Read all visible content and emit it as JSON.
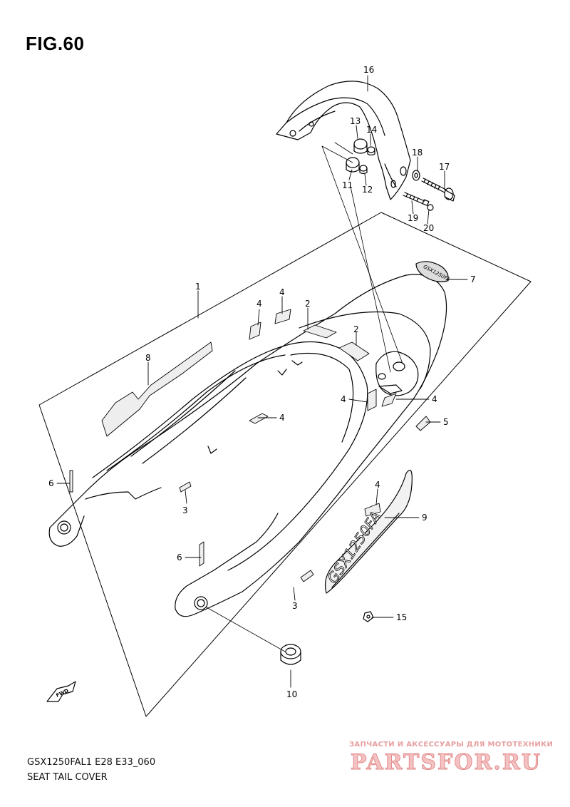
{
  "figure": {
    "title": "FIG.60"
  },
  "footer": {
    "model_code": "GSX1250FAL1 E28 E33_060",
    "section_name": "SEAT TAIL COVER"
  },
  "watermark": {
    "tagline": "ЗАПЧАСТИ И АКСЕССУАРЫ ДЛЯ МОТОТЕХНИКИ",
    "logo": "PARTSFOR.RU"
  },
  "fwd_label": "FWD",
  "decal_text": {
    "upper_badge": "GSX1250FA",
    "side_logo": "GSX1250FA"
  },
  "callouts": [
    {
      "id": "c16",
      "text": "16"
    },
    {
      "id": "c13",
      "text": "13"
    },
    {
      "id": "c14",
      "text": "14"
    },
    {
      "id": "c18",
      "text": "18"
    },
    {
      "id": "c17",
      "text": "17"
    },
    {
      "id": "c11",
      "text": "11"
    },
    {
      "id": "c12",
      "text": "12"
    },
    {
      "id": "c19",
      "text": "19"
    },
    {
      "id": "c20",
      "text": "20"
    },
    {
      "id": "c7",
      "text": "7"
    },
    {
      "id": "c1",
      "text": "1"
    },
    {
      "id": "c4a",
      "text": "4"
    },
    {
      "id": "c4b",
      "text": "4"
    },
    {
      "id": "c2a",
      "text": "2"
    },
    {
      "id": "c2b",
      "text": "2"
    },
    {
      "id": "c8",
      "text": "8"
    },
    {
      "id": "c4c",
      "text": "4"
    },
    {
      "id": "c4d",
      "text": "4"
    },
    {
      "id": "c4e",
      "text": "4"
    },
    {
      "id": "c5",
      "text": "5"
    },
    {
      "id": "c6a",
      "text": "6"
    },
    {
      "id": "c3a",
      "text": "3"
    },
    {
      "id": "c4f",
      "text": "4"
    },
    {
      "id": "c9",
      "text": "9"
    },
    {
      "id": "c6b",
      "text": "6"
    },
    {
      "id": "c3b",
      "text": "3"
    },
    {
      "id": "c15",
      "text": "15"
    },
    {
      "id": "c10",
      "text": "10"
    }
  ]
}
